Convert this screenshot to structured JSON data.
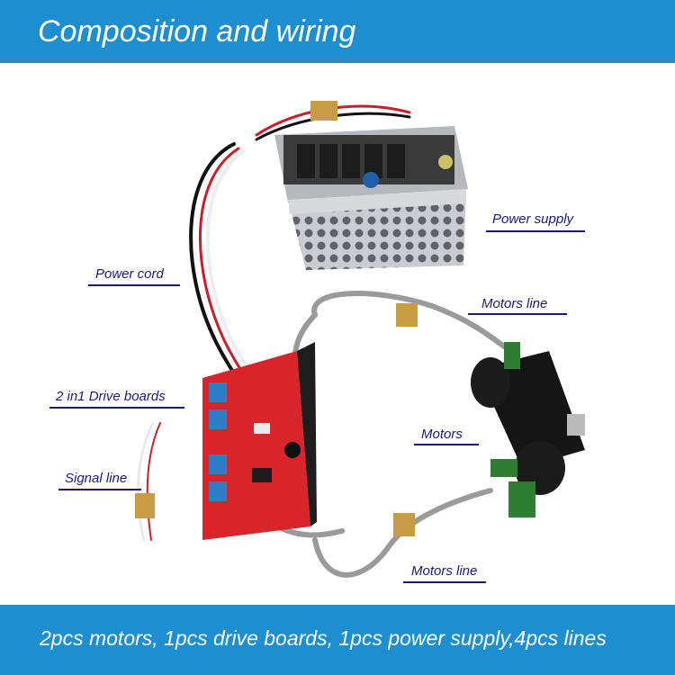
{
  "header": {
    "title": "Composition and wiring"
  },
  "callouts": {
    "power_supply": "Power supply",
    "power_cord": "Power cord",
    "motors_line_top": "Motors line",
    "drive_boards": "2 in1 Drive boards",
    "motors": "Motors",
    "signal_line": "Signal line",
    "motors_line_bottom": "Motors line"
  },
  "footer": {
    "caption": "2pcs motors, 1pcs drive boards, 1pcs power supply,4pcs lines"
  },
  "colors": {
    "banner": "#1d8fd0",
    "callout_text": "#1a1a7a",
    "board": "#d8252c"
  }
}
